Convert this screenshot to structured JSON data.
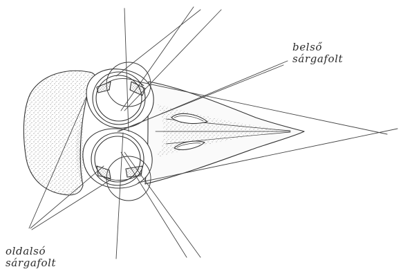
{
  "labels": {
    "inner_fovea": [
      "belső",
      "sárgafolt"
    ],
    "lateral_fovea": [
      "oldalsó",
      "sárgafolt"
    ]
  }
}
